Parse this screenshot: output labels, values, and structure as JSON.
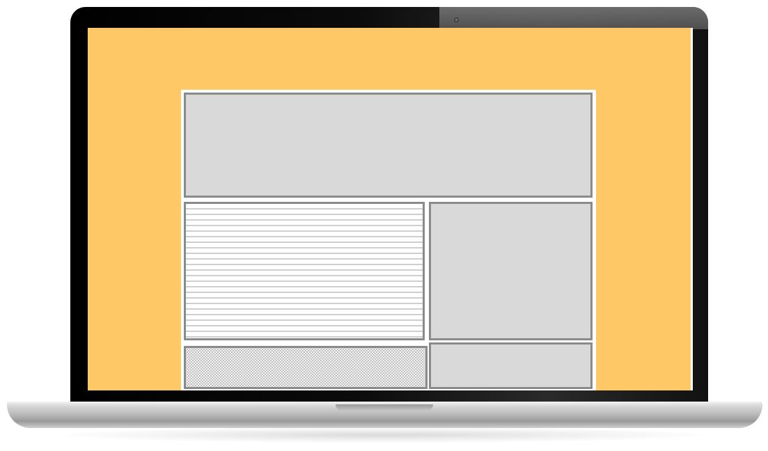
{
  "device": {
    "type": "laptop",
    "icons": {
      "camera": "camera-icon"
    }
  },
  "screen": {
    "background_color": "#fdc865",
    "wireframe": {
      "page_background": "#ffffff",
      "block_fill": "#d9d9d9",
      "block_border": "#8a8a8a",
      "blocks": [
        {
          "id": "hero",
          "pattern": "solid"
        },
        {
          "id": "text-column",
          "pattern": "horizontal-lines"
        },
        {
          "id": "side-panel",
          "pattern": "solid"
        },
        {
          "id": "footer-left",
          "pattern": "dotted"
        },
        {
          "id": "footer-right",
          "pattern": "solid"
        }
      ]
    }
  }
}
